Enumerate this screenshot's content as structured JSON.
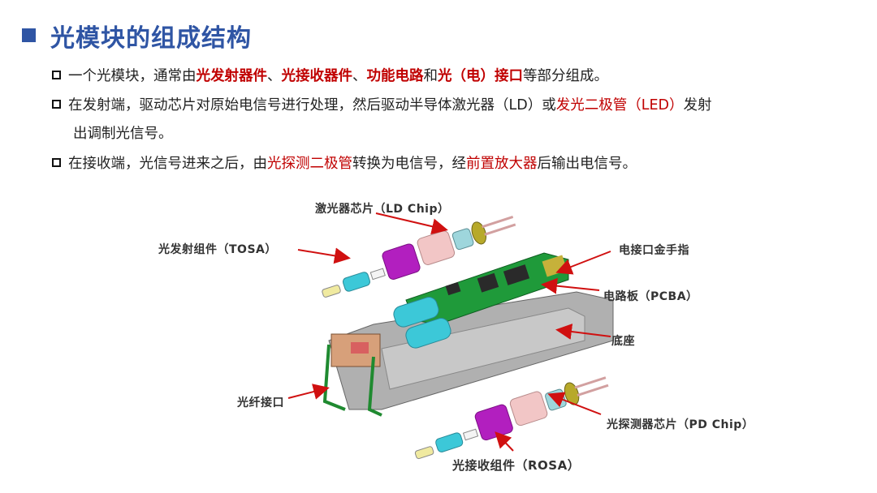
{
  "title": "光模块的组成结构",
  "bullets": [
    {
      "segments": [
        {
          "text": "一个光模块，通常由",
          "style": "normal"
        },
        {
          "text": "光发射器件",
          "style": "red-bold"
        },
        {
          "text": "、",
          "style": "normal"
        },
        {
          "text": "光接收器件",
          "style": "red-bold"
        },
        {
          "text": "、",
          "style": "normal"
        },
        {
          "text": "功能电路",
          "style": "red-bold"
        },
        {
          "text": "和",
          "style": "normal"
        },
        {
          "text": "光（电）接口",
          "style": "red-bold"
        },
        {
          "text": "等部分组成。",
          "style": "normal"
        }
      ]
    },
    {
      "segments": [
        {
          "text": "在发射端，驱动芯片对原始电信号进行处理，然后驱动半导体激光器（LD）或",
          "style": "normal"
        },
        {
          "text": "发光二极管（LED）",
          "style": "red"
        },
        {
          "text": "发射",
          "style": "normal"
        }
      ],
      "continuation": "出调制光信号。"
    },
    {
      "segments": [
        {
          "text": "在接收端，光信号进来之后，由",
          "style": "normal"
        },
        {
          "text": "光探测二极管",
          "style": "red"
        },
        {
          "text": "转换为电信号，经",
          "style": "normal"
        },
        {
          "text": "前置放大器",
          "style": "red"
        },
        {
          "text": "后输出电信号。",
          "style": "normal"
        }
      ]
    }
  ],
  "diagram": {
    "labels": {
      "ld_chip": "激光器芯片（LD Chip）",
      "tosa": "光发射组件（TOSA）",
      "gold_finger": "电接口金手指",
      "pcba": "电路板（PCBA）",
      "base": "底座",
      "fiber_port": "光纤接口",
      "pd_chip": "光探测器芯片（PD Chip）",
      "rosa": "光接收组件（ROSA）"
    },
    "colors": {
      "arrow": "#d01010",
      "pcb": "#1f9a3a",
      "cyan": "#3cc8d8",
      "magenta": "#b21fbf",
      "pink": "#f2c6c6",
      "housing": "#a9a9a9"
    }
  }
}
